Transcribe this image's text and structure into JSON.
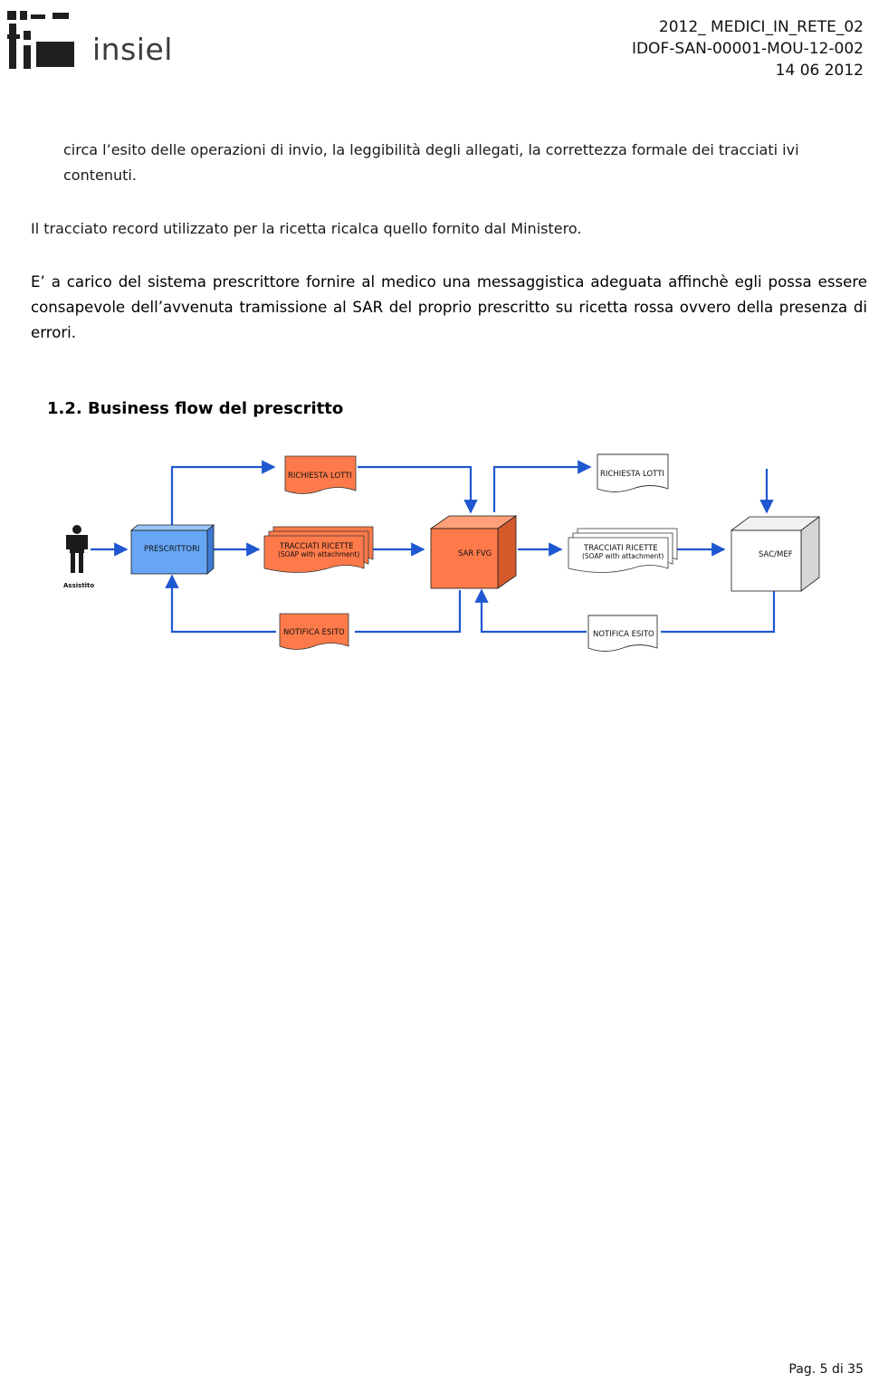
{
  "header": {
    "logo_text": "insiel",
    "doc_title": "2012_ MEDICI_IN_RETE_02",
    "doc_code": "IDOF-SAN-00001-MOU-12-002",
    "doc_date": "14 06 2012"
  },
  "body": {
    "paragraph1": "circa l’esito delle operazioni di invio, la leggibilità degli allegati, la correttezza formale dei tracciati ivi contenuti.",
    "paragraph2": "Il tracciato record utilizzato per la ricetta ricalca quello fornito dal Ministero.",
    "paragraph3": "E’ a carico del sistema prescrittore fornire al medico una messaggistica adeguata affinchè egli possa essere consapevole dell’avvenuta tramissione al SAR del proprio prescritto su ricetta rossa ovvero della presenza di errori.",
    "section_heading": "1.2. Business flow del prescritto"
  },
  "diagram": {
    "actor_label": "Assistito",
    "prescrittori": "PRESCRITTORI",
    "richiesta_lotti_left": "RICHIESTA LOTTI",
    "richiesta_lotti_right": "RICHIESTA LOTTI",
    "tracciati_left_line1": "TRACCIATI RICETTE",
    "tracciati_left_line2": "(SOAP with attachment)",
    "tracciati_right_line1": "TRACCIATI RICETTE",
    "tracciati_right_line2": "(SOAP with attachment)",
    "sar_fvg": "SAR FVG",
    "sac_mef": "SAC/MEF",
    "notifica_left": "NOTIFICA ESITO",
    "notifica_right": "NOTIFICA ESITO",
    "colors": {
      "blue_box": "#66a6f5",
      "orange": "#ff7a4a",
      "line_blue": "#1f57d0"
    }
  },
  "footer": {
    "page": "Pag. 5 di 35"
  }
}
